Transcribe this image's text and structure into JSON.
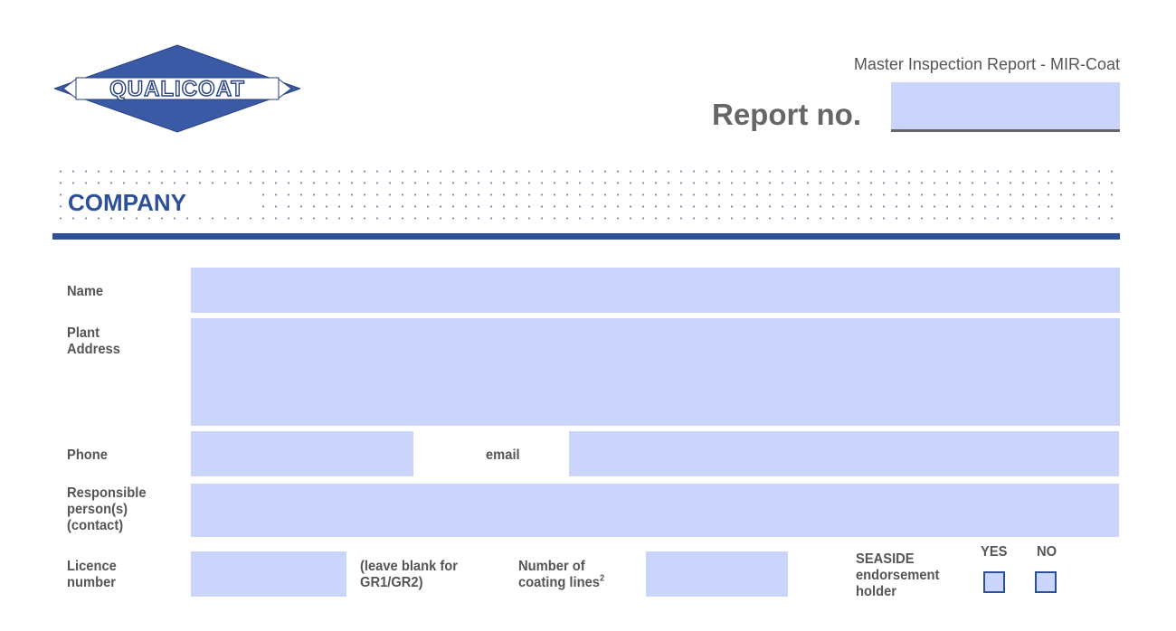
{
  "header": {
    "logo_text": "QUALICOAT",
    "doc_title": "Master Inspection Report - MIR-Coat",
    "report_no_label": "Report no.",
    "report_no_value": ""
  },
  "section": {
    "title": "COMPANY"
  },
  "form": {
    "name_label": "Name",
    "name_value": "",
    "plant_address_label": "Plant\nAddress",
    "plant_address_value": "",
    "phone_label": "Phone",
    "phone_value": "",
    "email_label": "email",
    "email_value": "",
    "responsible_label": "Responsible\nperson(s)\n(contact)",
    "responsible_value": "",
    "licence_label": "Licence\nnumber",
    "licence_value": "",
    "licence_note": "(leave blank for\nGR1/GR2)",
    "coating_lines_label": "Number of\ncoating lines",
    "coating_lines_sup": "2",
    "coating_lines_value": "",
    "seaside_label": "SEASIDE\nendorsement\nholder",
    "yes_label": "YES",
    "no_label": "NO"
  },
  "colors": {
    "brand_blue": "#2e4f9a",
    "field_fill": "#cbd5fb",
    "text_gray": "#555555"
  }
}
